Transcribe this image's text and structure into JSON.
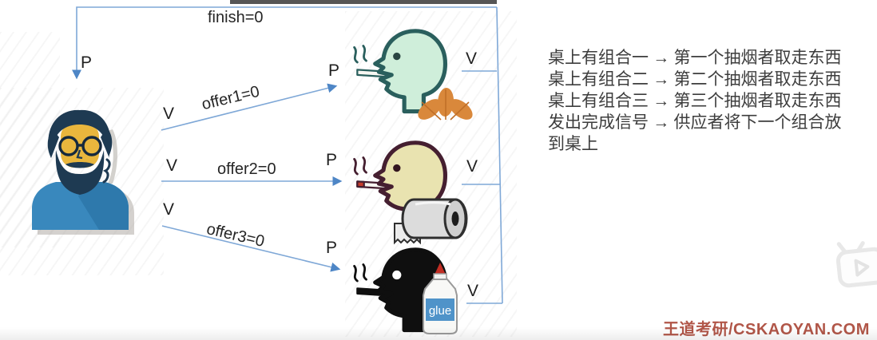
{
  "diagram": {
    "finish_label": "finish=0",
    "offer1_label": "offer1=0",
    "offer2_label": "offer2=0",
    "offer3_label": "offer3=0",
    "p": "P",
    "v": "V"
  },
  "notes": {
    "lines": [
      "桌上有组合一 → 第一个抽烟者取走东西",
      "桌上有组合二 → 第二个抽烟者取走东西",
      "桌上有组合三 → 第三个抽烟者取走东西",
      "发出完成信号 → 供应者将下一个组合放",
      "到桌上"
    ]
  },
  "watermark": "王道考研/CSKAOYAN.COM",
  "glue_bottle_label": "glue",
  "figures": {
    "supplier": "bearded supplier in blue shirt",
    "smoker1": "smoker with tobacco leaves",
    "smoker2": "smoker with paper roll",
    "smoker3": "smoker with glue bottle"
  },
  "colors": {
    "arrow_blue": "#7fa8d7",
    "arrowhead_blue": "#4e86c6",
    "label_text": "#262626",
    "note_text": "#3d3d3d",
    "watermark_red": "#b15648",
    "supplier_shirt": "#3583ba",
    "supplier_hair": "#1e3a52",
    "supplier_skin": "#e9b63d",
    "smoker1_head": "#cfeeda",
    "smoker1_outline": "#2a5f5d",
    "smoker2_head": "#e9e3b0",
    "smoker2_outline": "#451f30",
    "smoker3_head": "#0f0f0f",
    "leaf_orange": "#d9883b",
    "glue_label_blue": "#4f93c9",
    "top_bar_gray": "#565656"
  }
}
